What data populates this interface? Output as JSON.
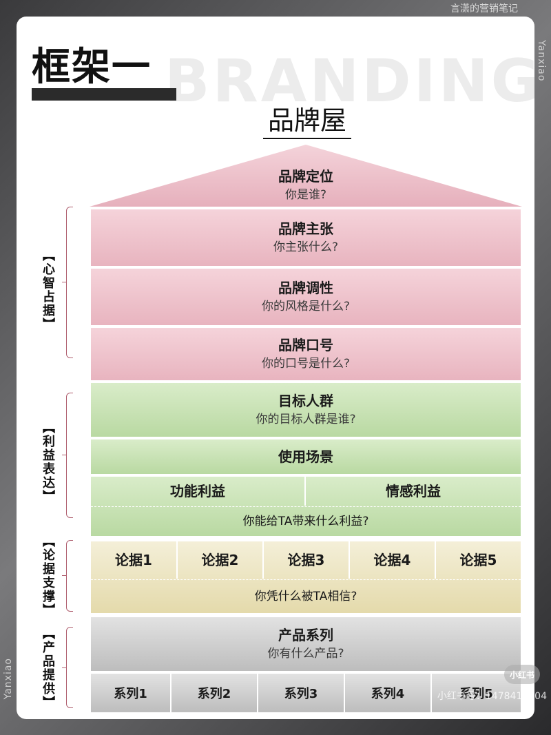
{
  "watermark_top": "言潇的营销笔记",
  "side_label": "Yanxiao",
  "header": {
    "title": "框架一",
    "background_word": "BRANDING"
  },
  "house_title": "品牌屋",
  "roof": {
    "title": "品牌定位",
    "question": "你是谁?"
  },
  "mind": {
    "label": "【心智占据】",
    "rows": [
      {
        "title": "品牌主张",
        "question": "你主张什么?"
      },
      {
        "title": "品牌调性",
        "question": "你的风格是什么?"
      },
      {
        "title": "品牌口号",
        "question": "你的口号是什么?"
      }
    ]
  },
  "benefit": {
    "label": "【利益表达】",
    "target": {
      "title": "目标人群",
      "question": "你的目标人群是谁?"
    },
    "scene": "使用场景",
    "functional": "功能利益",
    "emotional": "情感利益",
    "question": "你能给TA带来什么利益?"
  },
  "support": {
    "label": "【论据支撑】",
    "items": [
      "论据1",
      "论据2",
      "论据3",
      "论据4",
      "论据5"
    ],
    "question": "你凭什么被TA相信?"
  },
  "product": {
    "label": "【产品提供】",
    "title": "产品系列",
    "question": "你有什么产品?",
    "series": [
      "系列1",
      "系列2",
      "系列3",
      "系列4",
      "系列5"
    ]
  },
  "logo": {
    "badge": "小红书",
    "id_text": "小红书号：1478414904"
  },
  "colors": {
    "pink": "#e8b4bf",
    "green": "#b9d9a2",
    "cream": "#e4daab",
    "gray": "#bdbdbd",
    "bracket": "#b06070"
  }
}
